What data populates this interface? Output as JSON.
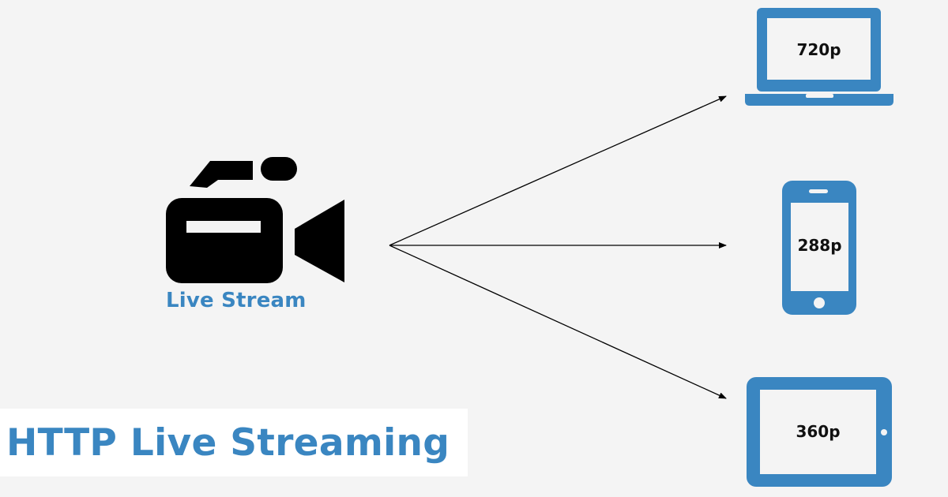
{
  "source": {
    "label": "Live Stream",
    "icon": "video-camera-icon",
    "color": "#000000"
  },
  "devices": [
    {
      "type": "laptop",
      "icon": "laptop-icon",
      "resolution": "720p"
    },
    {
      "type": "phone",
      "icon": "smartphone-icon",
      "resolution": "288p"
    },
    {
      "type": "tablet",
      "icon": "tablet-icon",
      "resolution": "360p"
    }
  ],
  "title": "HTTP Live Streaming",
  "colors": {
    "accent": "#3a86c1",
    "background": "#f4f4f4",
    "arrow": "#000000"
  }
}
